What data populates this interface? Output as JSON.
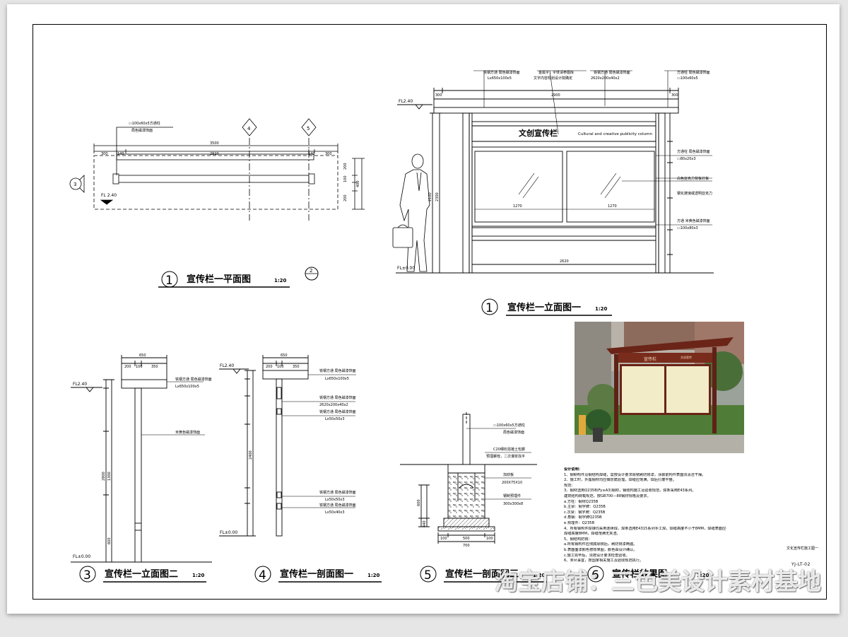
{
  "plan": {
    "callouts": [
      "▭100x60x5方通柱",
      "局色磁漆饰面"
    ],
    "dims_top_total": "3500",
    "dims_top_segments": [
      "300",
      "140",
      "2920",
      "140",
      "300"
    ],
    "dims_right": [
      "200",
      "100",
      "200",
      "400"
    ],
    "level": "FL 2.40",
    "markers": [
      "4",
      "5"
    ],
    "section_mark": "3",
    "title_number": "1",
    "title": "宣传栏一平面图",
    "scale": "1:20",
    "north_mark": "2"
  },
  "elevation": {
    "callouts": [
      {
        "line1": "铁钢方通  局色磁漆饰面",
        "line2": "Lx650x100x5"
      },
      {
        "line1": "金属字，字体请参图库",
        "line2": "文字内容规划设计院确定"
      },
      {
        "line1": "铁钢方通  局色磁漆饰面",
        "line2": "2620x200x40x2"
      },
      {
        "line1": "方通柱  局色磁漆饰面",
        "line2": "▭100x60x5"
      }
    ],
    "right_callouts": [
      {
        "line1": "方通柱  局色磁漆饰面",
        "line2": "▭80x20x3"
      },
      {
        "line1": "白色亚克力背板灯板",
        "line2": ""
      },
      {
        "line1": "钢化玻璃或透明亚克力",
        "line2": ""
      },
      {
        "line1": "方通  米黄色磁漆饰面",
        "line2": "▭100x80x3"
      }
    ],
    "sign_cn": "文创宣传栏",
    "sign_en": "Cultural and creative publicity column",
    "top_dims": [
      "300",
      "2900",
      "300"
    ],
    "level_top": "FL2.40",
    "level_bottom": "FL±0.00",
    "left_dims": [
      "2100",
      "2300"
    ],
    "inner_dims": [
      "1270",
      "1270"
    ],
    "bottom_dim": "2620",
    "title_number": "1",
    "title": "宣传栏一立面图一",
    "scale": "1:20"
  },
  "side_elevation": {
    "top_dim": "650",
    "sub_dims": [
      "200",
      "100",
      "350"
    ],
    "level_top": "FL2.40",
    "level_bottom": "FL±0.00",
    "left_dims": [
      "2800",
      "600",
      "1300"
    ],
    "callouts": [
      "铁钢方通  局色磁漆饰面",
      "Lx650x100x5",
      "米黄色磁漆饰面"
    ],
    "title_number": "3",
    "title": "宣传栏一立面图二",
    "scale": "1:20"
  },
  "section": {
    "top_dim": "650",
    "sub_dims": [
      "200",
      "100",
      "350"
    ],
    "level_top": "FL2.40",
    "level_bottom": "FL±0.00",
    "left_dim": "2400",
    "callouts": [
      {
        "line1": "铁钢方通  局色磁漆饰面",
        "line2": "Lx650x100x5"
      },
      {
        "line1": "铁钢方通  局色磁漆饰面",
        "line2": "2620x200x40x2"
      },
      {
        "line1": "铁钢方通  局色磁漆饰面",
        "line2": "Lx50x50x3"
      },
      {
        "line1": "铁钢方通  局色磁漆饰面",
        "line2": "Lx50x50x3"
      },
      {
        "line1": "铁钢方通  局色磁漆饰面",
        "line2": "Lx50x40x3"
      }
    ],
    "title_number": "4",
    "title": "宣传栏一剖面图一",
    "scale": "1:20"
  },
  "foundation": {
    "callouts": [
      {
        "line1": "▭100x60x5方通柱",
        "line2": "局色磁漆饰面"
      },
      {
        "line1": "C20细石混凝土包脚",
        "line2": "预埋螺栓，二次灌浆找平"
      },
      {
        "line1": "加劲板",
        "line2": "200X75X10"
      },
      {
        "line1": "钢制预埋件",
        "line2": "300x300x8"
      }
    ],
    "dims_left": [
      "600",
      "440"
    ],
    "dims_bottom": [
      "100",
      "500",
      "100"
    ],
    "dim_total": "700",
    "title_number": "5",
    "title": "宣传栏一剖面图三",
    "scale": "1:20"
  },
  "detail6": {
    "title_number": "6",
    "title": "宣传栏效果图",
    "scale": "1:20"
  },
  "photo": {
    "board_label": "宣传栏",
    "brand_label": "文创宣传"
  },
  "notes": [
    "设计说明：",
    "1、钢制构件及钢结构焊缝，需按设计要求除锈刷防锈漆，涂装前构件表面须清洁干燥。",
    "2、施工时，外露钢材均应做防腐处理，焊缝应饱满，焊后打磨平整。",
    "规范：",
    "3、钢材选用Q235B(Fy≥A3)钢材，钢结构施工及验收规范，焊条采用E43系列。",
    "建筑结构荷载规范，按GB700—88钢材规格及要求。",
    "a.方柱：钢材Q235B",
    "b.主梁：钢字牌：Q235B",
    "c.次梁：钢字牌：Q235B",
    "d.角钢：钢字牌Q235B",
    "e.预埋件：Q235B",
    "4、所有钢构件焊接均采用连续焊，焊条选用E4315系列手工焊，焊缝高度不小于8MM，焊缝表面应平整光滑。",
    "焊缝高度8MM，焊缝饱满无夹渣。",
    "5、钢结构防锈：",
    "a.所有钢构件应彻底除锈后，刷防锈漆两遍。",
    "b.表面面漆颜色按效果图，颜色由设计确认。",
    "c.施工完毕后，须按设计要求检查验收。",
    "6、未尽事宜，按国家相关施工及验收规范执行。"
  ],
  "project_name": "文化宣传栏施工图一",
  "sheet_code": "YJ-LT-02",
  "watermark": "淘宝店铺：三色美设计素材基地"
}
